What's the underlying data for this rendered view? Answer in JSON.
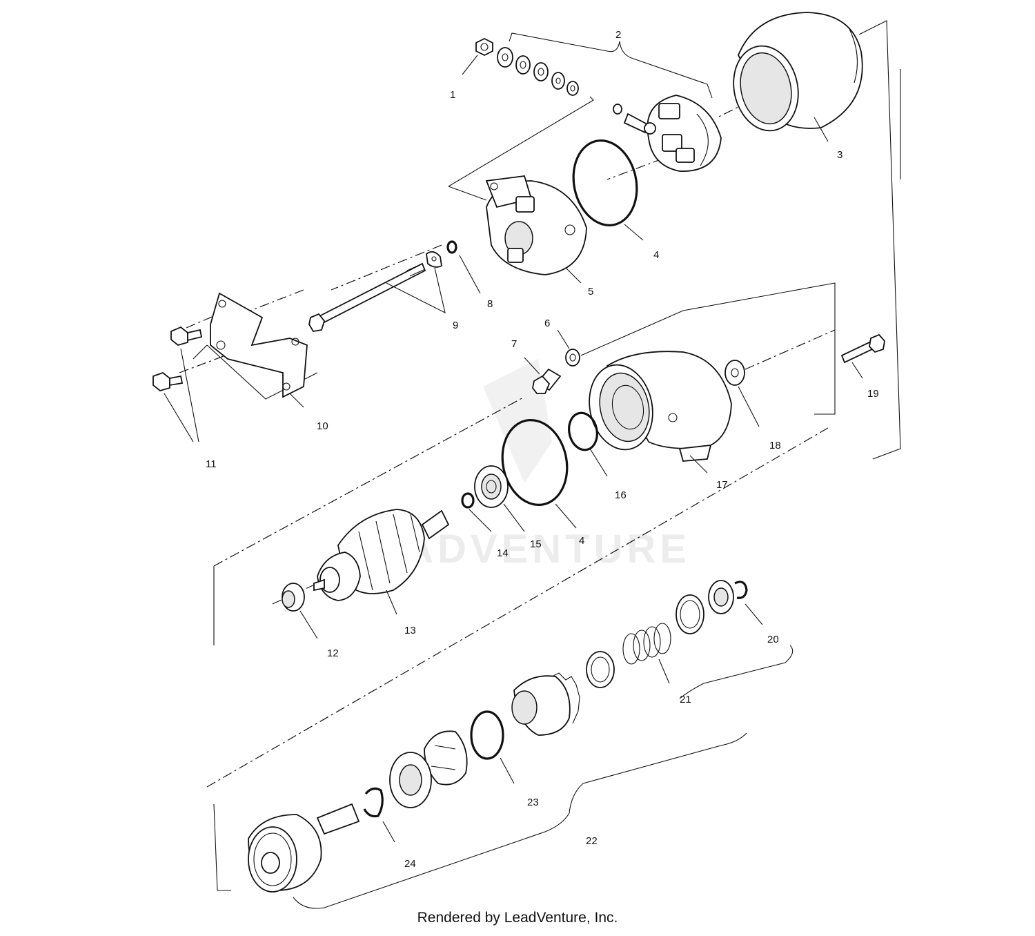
{
  "diagram": {
    "callouts": [
      "1",
      "2",
      "3",
      "4",
      "5",
      "6",
      "7",
      "8",
      "9",
      "10",
      "11",
      "12",
      "13",
      "14",
      "15",
      "4",
      "16",
      "17",
      "18",
      "19",
      "20",
      "21",
      "22",
      "23",
      "24"
    ],
    "watermark": "LEADVENTURE"
  },
  "footer": {
    "text": "Rendered by LeadVenture, Inc."
  }
}
